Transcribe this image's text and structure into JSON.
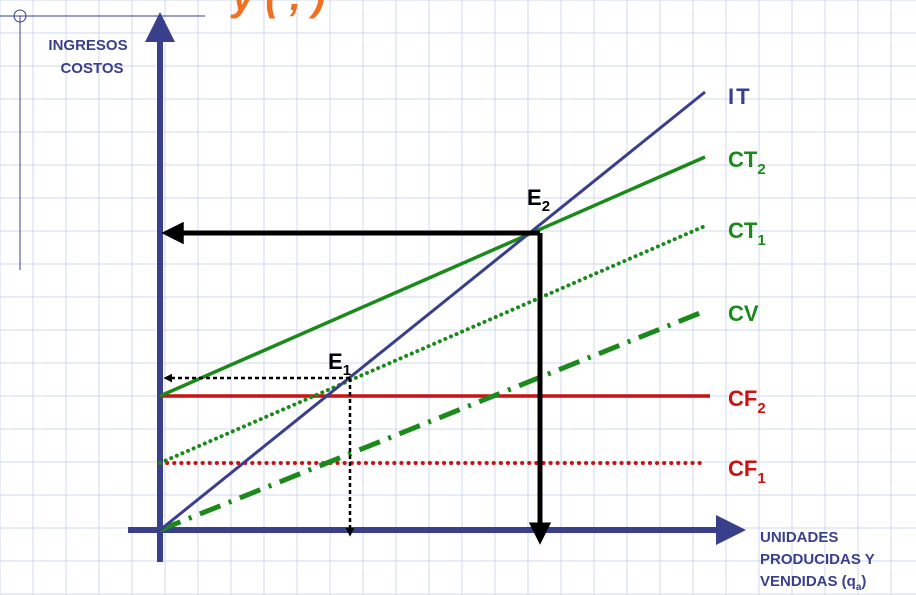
{
  "title": {
    "fragment": "y ( , )",
    "color": "#f07020"
  },
  "axes": {
    "y_label_line1": "INGRESOS",
    "y_label_line2": "COSTOS",
    "x_label_line1": "UNIDADES",
    "x_label_line2": "PRODUCIDAS Y",
    "x_label_line3_main": "VENDIDAS (q",
    "x_label_line3_sub": "a",
    "x_label_line3_end": ")",
    "color": "#3a3f8c"
  },
  "lines": {
    "IT": {
      "label": "IT",
      "sub": "",
      "color": "#3a3f8c",
      "style": "solid"
    },
    "CT2": {
      "label": "CT",
      "sub": "2",
      "color": "#1a8a1a",
      "style": "solid"
    },
    "CT1": {
      "label": "CT",
      "sub": "1",
      "color": "#1a8a1a",
      "style": "dotted"
    },
    "CV": {
      "label": "CV",
      "sub": "",
      "color": "#1a8a1a",
      "style": "dashdot"
    },
    "CF2": {
      "label": "CF",
      "sub": "2",
      "color": "#cc1111",
      "style": "solid"
    },
    "CF1": {
      "label": "CF",
      "sub": "1",
      "color": "#cc1111",
      "style": "dotted"
    }
  },
  "points": {
    "E1": {
      "label": "E",
      "sub": "1"
    },
    "E2": {
      "label": "E",
      "sub": "2"
    }
  },
  "colors": {
    "grid": "#cfd8ec",
    "guide": "#000000"
  }
}
